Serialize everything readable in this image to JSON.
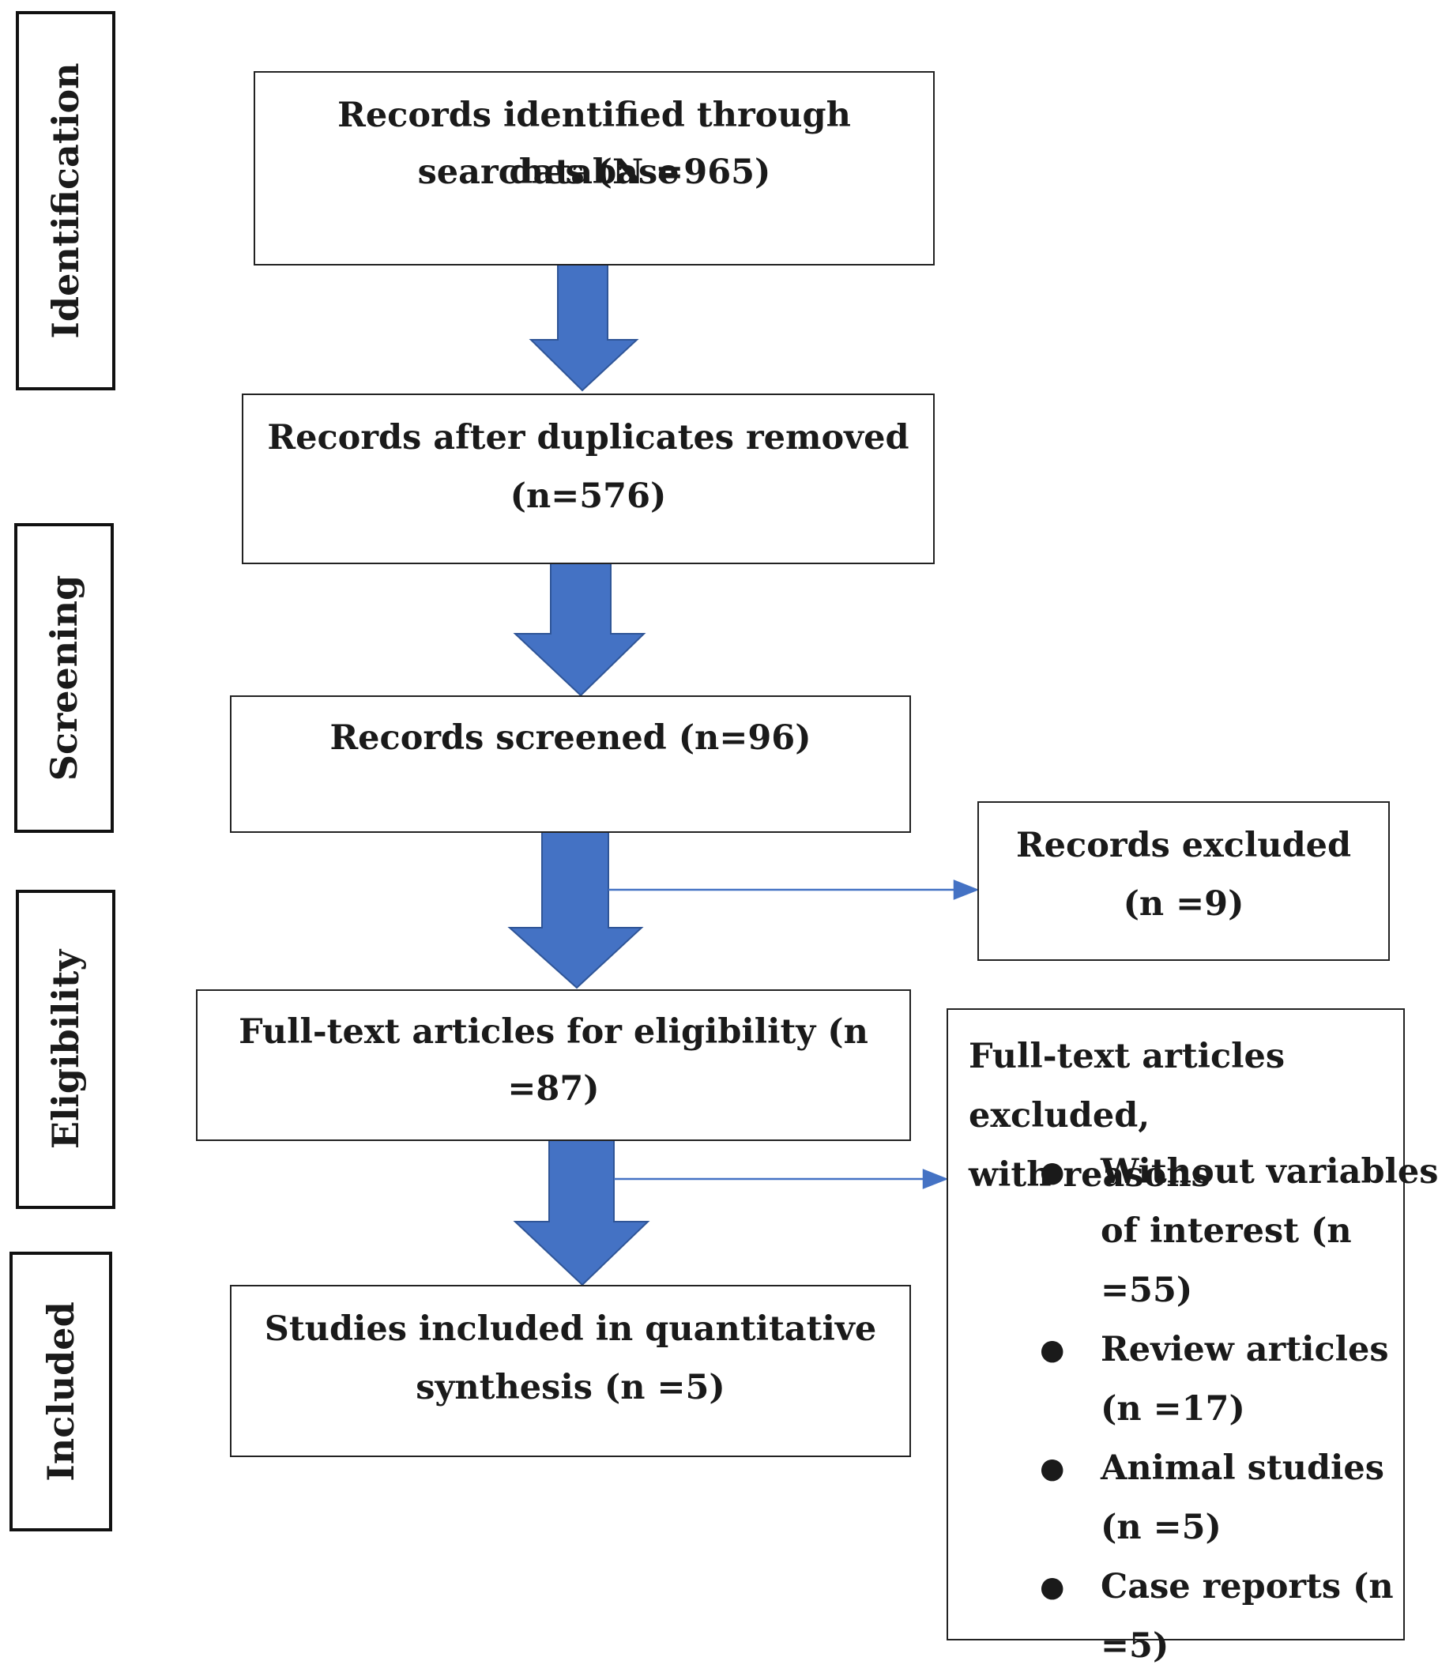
{
  "stages": {
    "identification": "Identification",
    "screening": "Screening",
    "eligibility": "Eligibility",
    "included": "Included"
  },
  "boxes": {
    "identified": {
      "line1": "Records identified through database",
      "line2": "searches (N =965)"
    },
    "deduplicated": {
      "line1": "Records after duplicates removed",
      "line2": "(n=576)"
    },
    "screened": {
      "line1": "Records screened (n=96)"
    },
    "records_excluded": {
      "line1": "Records excluded",
      "line2": "(n =9)"
    },
    "fulltext": {
      "line1": "Full-text articles for eligibility (n =87)"
    },
    "included": {
      "line1": "Studies included in quantitative",
      "line2": "synthesis (n =5)"
    },
    "fulltext_excluded": {
      "heading_line1": "Full-text articles excluded,",
      "heading_line2": "with reasons",
      "reasons": [
        {
          "line1": "Without variables",
          "line2": "of interest (n =55)"
        },
        {
          "line1": "Review articles",
          "line2": "(n =17)"
        },
        {
          "line1": "Animal studies",
          "line2": "(n =5)"
        },
        {
          "line1": "Case reports (n =5)"
        }
      ]
    }
  },
  "colors": {
    "arrow_fill": "#4472c4",
    "arrow_stroke": "#2f5597",
    "border": "#222222"
  }
}
